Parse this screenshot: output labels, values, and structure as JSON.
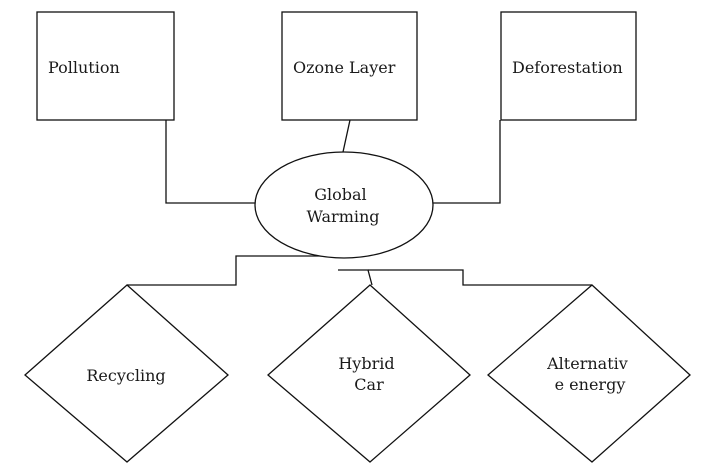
{
  "diagram": {
    "center": {
      "lines": [
        "Global",
        "Warming"
      ]
    },
    "causes": [
      {
        "id": "pollution",
        "lines": [
          "Pollution"
        ]
      },
      {
        "id": "ozone",
        "lines": [
          "Ozone Layer"
        ]
      },
      {
        "id": "deforestation",
        "lines": [
          "Deforestation"
        ]
      }
    ],
    "solutions": [
      {
        "id": "recycling",
        "lines": [
          "Recycling"
        ]
      },
      {
        "id": "hybrid",
        "lines": [
          "Hybrid",
          "Car"
        ]
      },
      {
        "id": "alternative",
        "lines": [
          "Alternativ",
          "e energy"
        ]
      }
    ]
  }
}
